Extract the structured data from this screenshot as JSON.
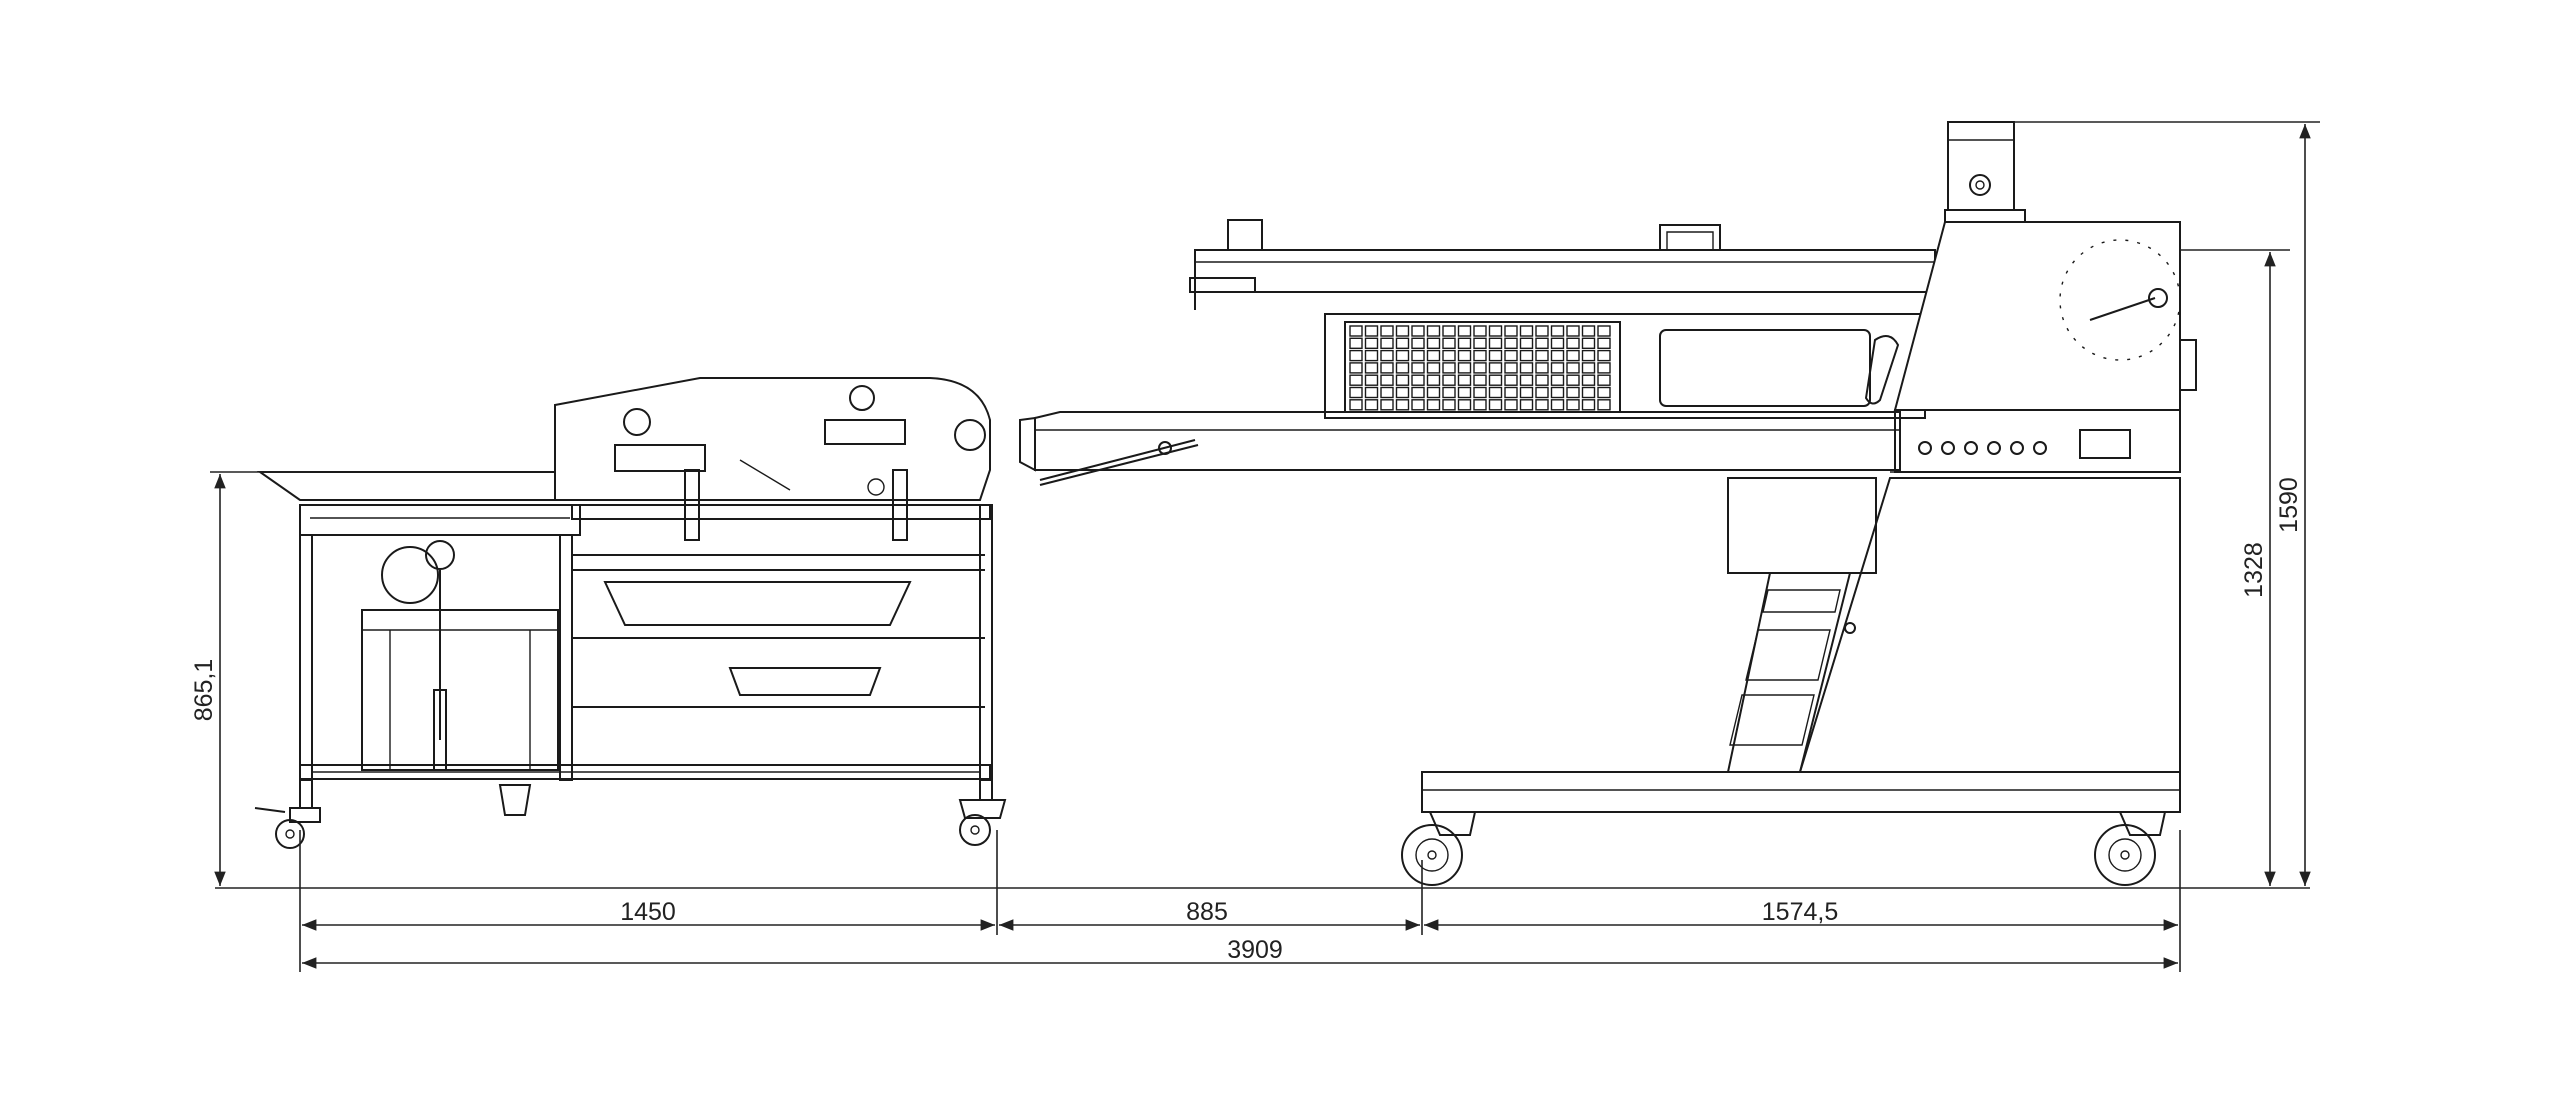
{
  "dimensions": {
    "section_left": "1450",
    "section_middle": "885",
    "section_right": "1574,5",
    "total_length": "3909",
    "height_left_table": "865,1",
    "height_conveyor": "1328",
    "height_total": "1590"
  },
  "colors": {
    "line": "#1a1a1a",
    "background": "#ffffff"
  }
}
